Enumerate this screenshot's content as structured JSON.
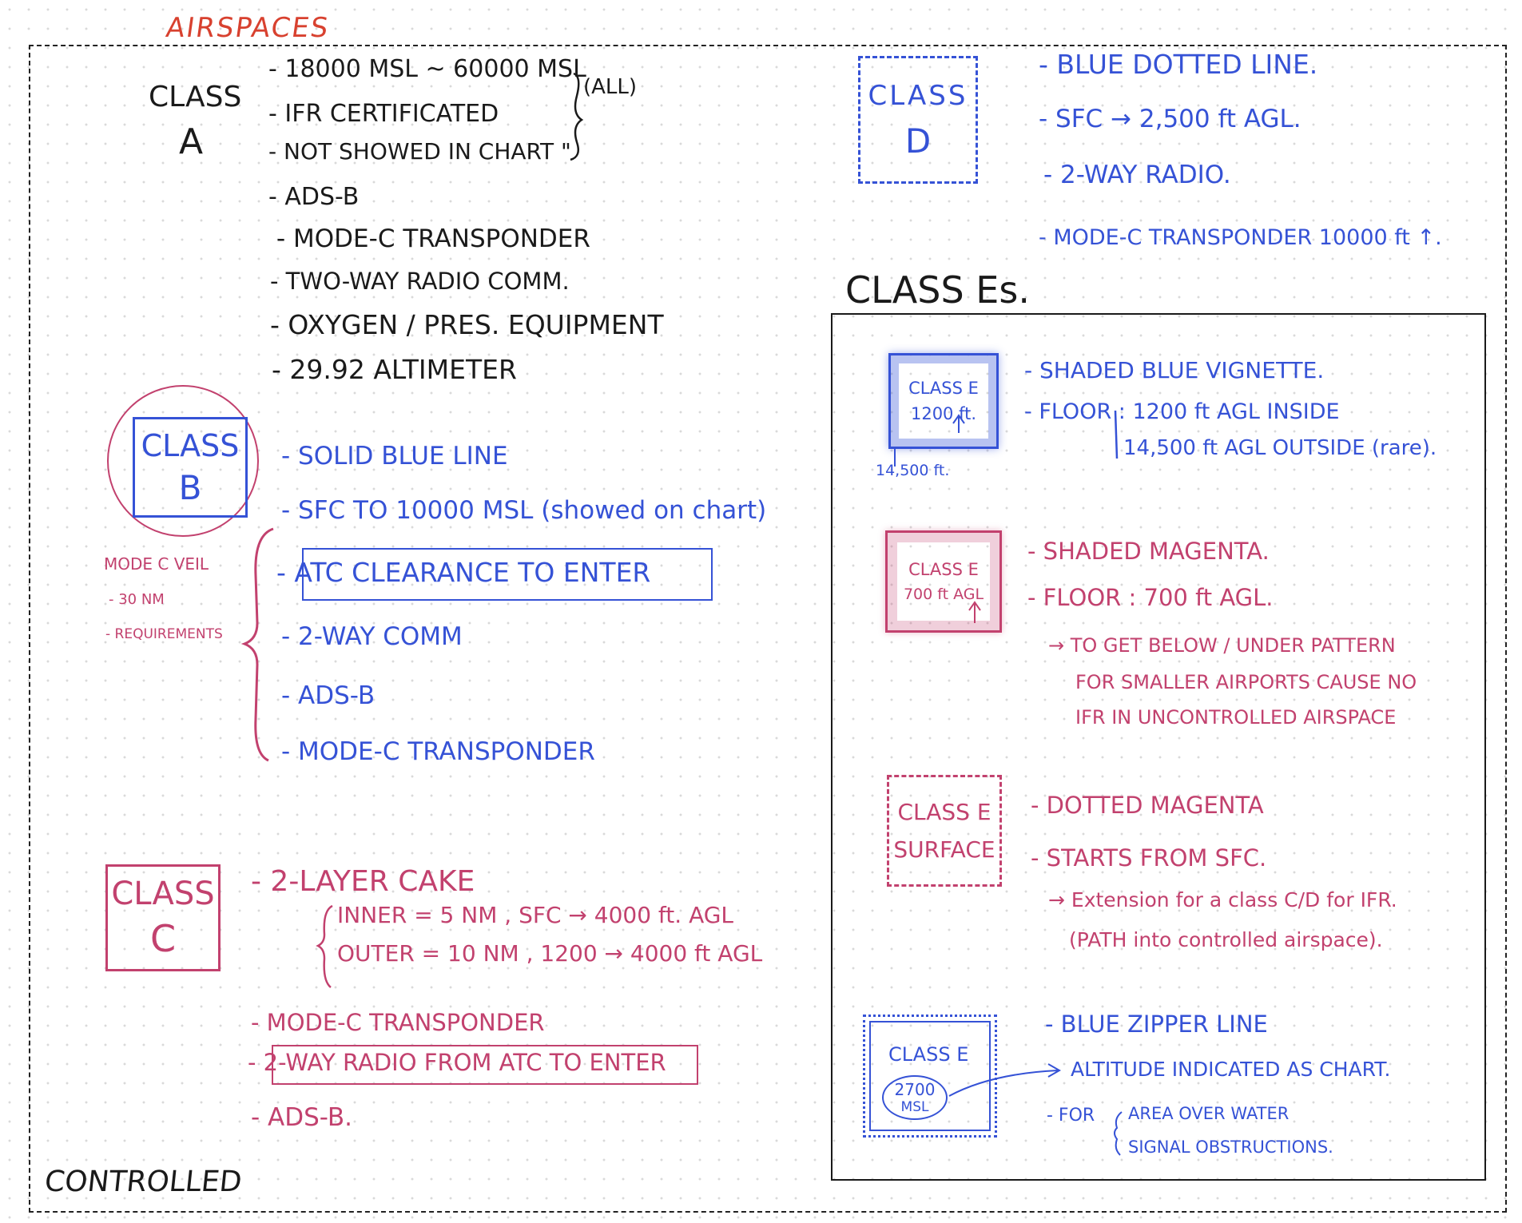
{
  "page": {
    "title": "AIRSPACES",
    "footer": "CONTROLLED"
  },
  "class_a": {
    "label_line1": "CLASS",
    "label_line2": "A",
    "items": [
      "- 18000 MSL ~ 60000 MSL",
      "- IFR CERTIFICATED",
      "- NOT SHOWED IN CHART \"",
      "- ADS-B",
      "- MODE-C TRANSPONDER",
      "- TWO-WAY RADIO COMM.",
      "- OXYGEN / PRES. EQUIPMENT",
      "- 29.92 ALTIMETER"
    ],
    "bracket_note": "(ALL)"
  },
  "class_b": {
    "label_line1": "CLASS",
    "label_line2": "B",
    "items": [
      "- SOLID BLUE LINE",
      "- SFC TO 10000 MSL (showed on chart)",
      "- ATC CLEARANCE TO ENTER",
      "- 2-WAY COMM",
      "- ADS-B",
      "- MODE-C TRANSPONDER"
    ],
    "veil_notes": [
      "MODE C VEIL",
      "- 30 NM",
      "- REQUIREMENTS"
    ]
  },
  "class_c": {
    "label_line1": "CLASS",
    "label_line2": "C",
    "items": [
      "- 2-LAYER CAKE",
      "INNER = 5 NM , SFC → 4000 ft. AGL",
      "OUTER = 10 NM , 1200 → 4000 ft AGL",
      "- MODE-C TRANSPONDER",
      "- 2-WAY RADIO FROM ATC TO ENTER",
      "- ADS-B."
    ]
  },
  "class_d": {
    "label_line1": "CLASS",
    "label_line2": "D",
    "items": [
      "- BLUE DOTTED LINE.",
      "- SFC → 2,500 ft AGL.",
      "- 2-WAY RADIO.",
      "- MODE-C TRANSPONDER 10000 ft ↑."
    ]
  },
  "class_es": {
    "heading": "CLASS Es.",
    "vignette": {
      "box_line1": "CLASS E",
      "box_line2": "1200 ft.",
      "under_box": "14,500 ft.",
      "items": [
        "- SHADED BLUE VIGNETTE.",
        "- FLOOR : 1200 ft AGL INSIDE",
        "14,500 ft AGL OUTSIDE (rare)."
      ]
    },
    "magenta": {
      "box_line1": "CLASS E",
      "box_line2": "700 ft AGL",
      "items": [
        "- SHADED MAGENTA.",
        "- FLOOR : 700 ft AGL.",
        "→ TO GET BELOW / UNDER PATTERN",
        "FOR SMALLER AIRPORTS CAUSE NO",
        "IFR IN UNCONTROLLED AIRSPACE"
      ]
    },
    "surface": {
      "box_line1": "CLASS E",
      "box_line2": "SURFACE",
      "items": [
        "- DOTTED MAGENTA",
        "- STARTS FROM SFC.",
        "→ Extension for a class C/D for IFR.",
        "(PATH into controlled airspace)."
      ]
    },
    "zipper": {
      "box_line1": "CLASS E",
      "oval_line1": "2700",
      "oval_line2": "MSL",
      "items": [
        "- BLUE ZIPPER LINE",
        "ALTITUDE INDICATED AS CHART.",
        "- FOR",
        "AREA OVER WATER",
        "SIGNAL OBSTRUCTIONS."
      ]
    }
  },
  "colors": {
    "ink": "#1a1a1a",
    "blue": "#3552d6",
    "magenta": "#c2416e",
    "red": "#d8412f"
  }
}
